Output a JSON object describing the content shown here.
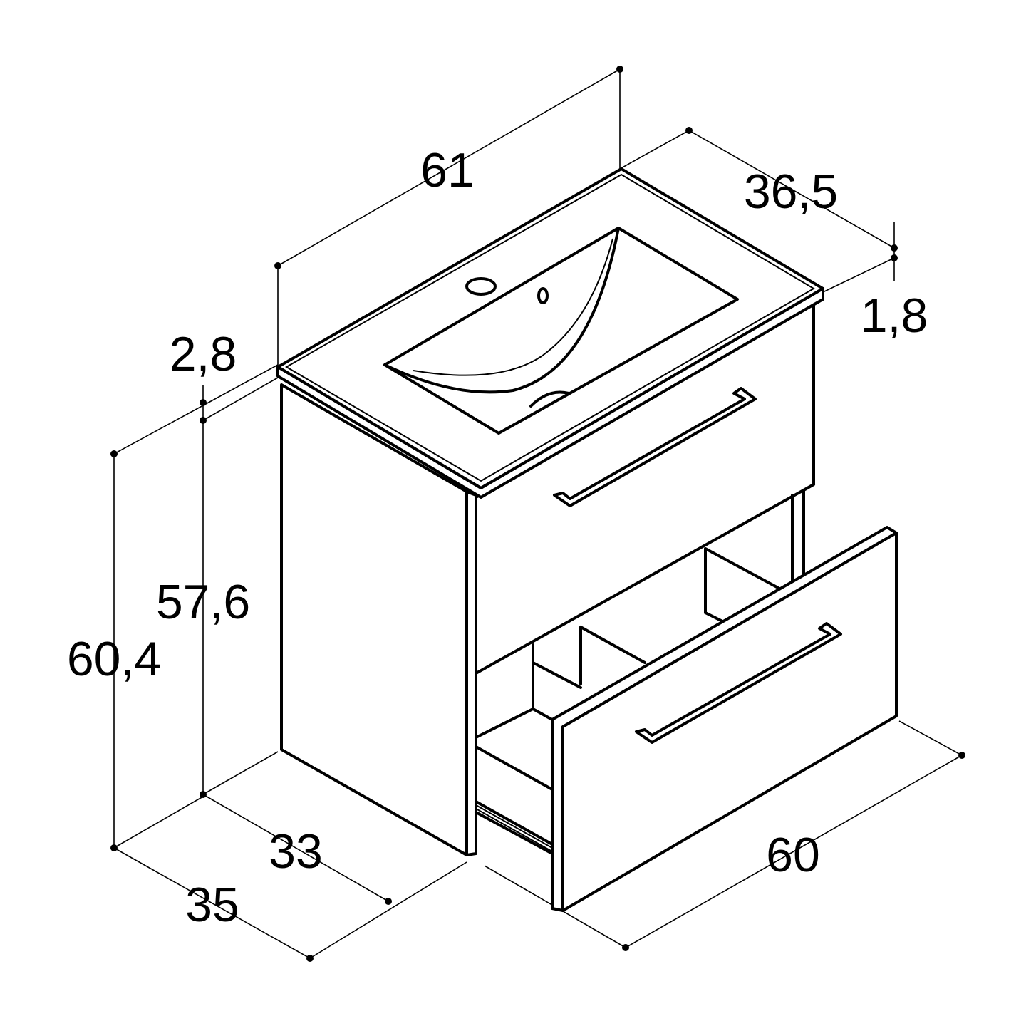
{
  "title": "Vanity unit with basin and two drawers – dimension drawing",
  "dimensions": {
    "basin_width": "61",
    "basin_depth": "36,5",
    "basin_rim_thickness": "1,8",
    "top_thickness": "2,8",
    "cabinet_height": "57,6",
    "total_height": "60,4",
    "cabinet_depth": "33",
    "total_depth": "35",
    "cabinet_width": "60"
  }
}
